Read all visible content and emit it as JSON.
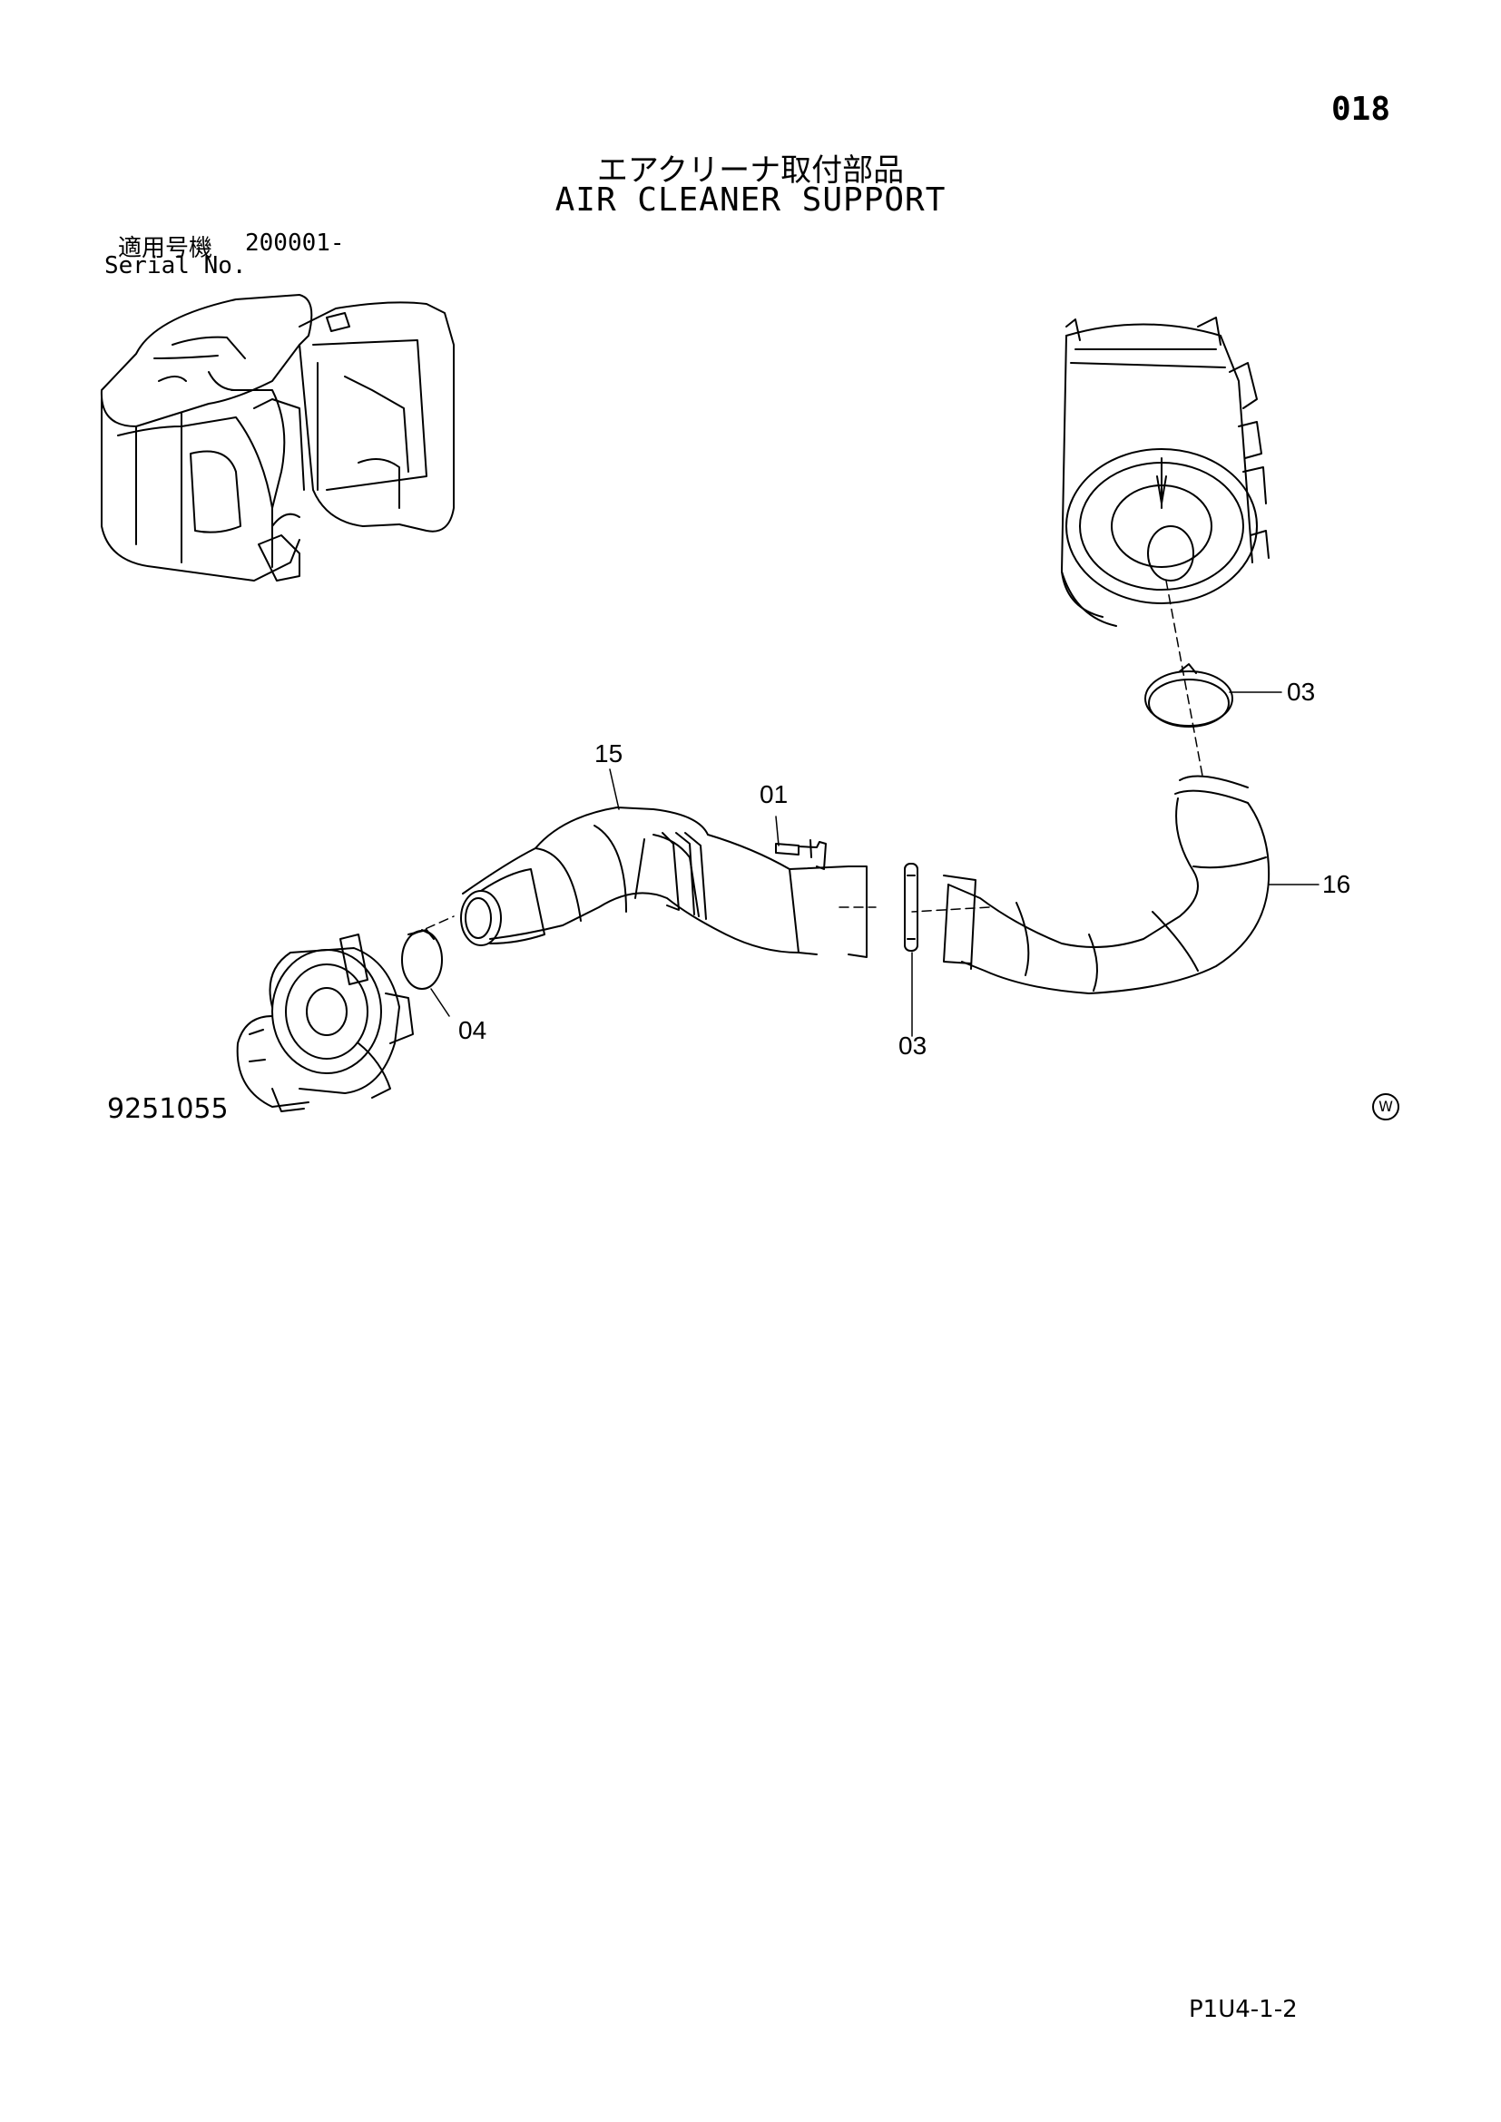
{
  "page_number": "018",
  "title_jp": "エアクリーナ取付部品",
  "title_en": "AIR CLEANER SUPPORT",
  "serial": {
    "label_jp": "適用号機",
    "label_en": "Serial No.",
    "range": "200001-"
  },
  "figure_number": "9251055",
  "page_code": "P1U4-1-2",
  "symbol": "W",
  "callouts": {
    "c15": "15",
    "c01": "01",
    "c03_top": "03",
    "c16": "16",
    "c04": "04",
    "c03_bottom": "03"
  },
  "icons": {
    "machine_overview": "machine-overview-illustration",
    "air_cleaner": "air-cleaner-housing",
    "turbocharger": "turbocharger"
  }
}
